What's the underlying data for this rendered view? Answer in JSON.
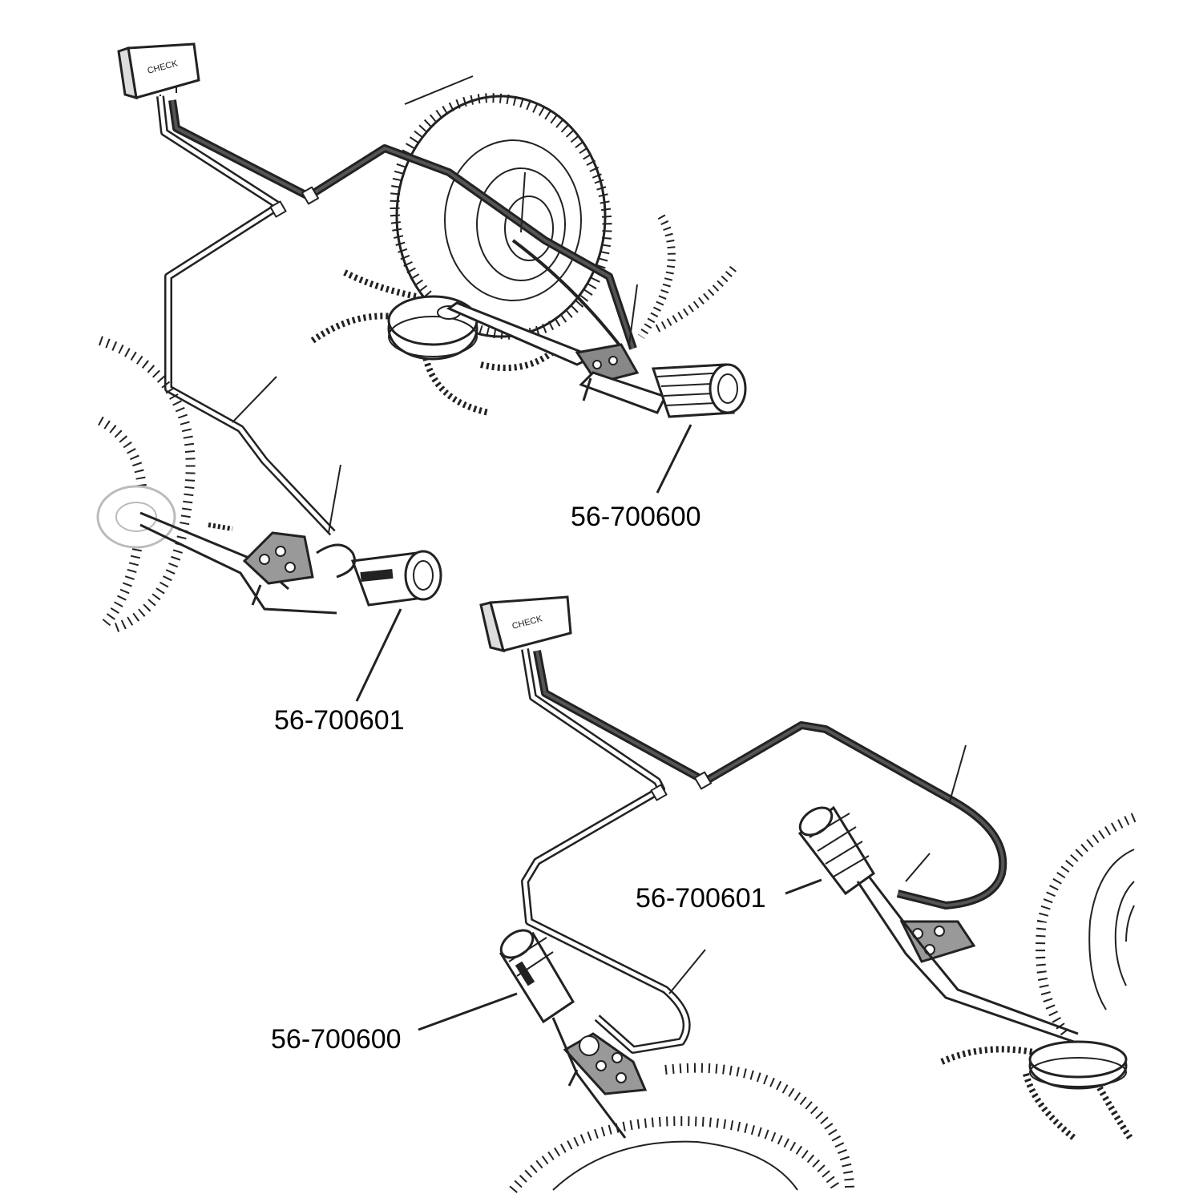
{
  "figure": {
    "top_assembly": {
      "callout_right": "56-700600",
      "callout_left": "56-700601"
    },
    "bottom_assembly": {
      "callout_right": "56-700601",
      "callout_left": "56-700600"
    }
  },
  "colors": {
    "line": "#222222",
    "cable": "#333333",
    "fill": "#ffffff",
    "shade": "#9a9a9a"
  }
}
